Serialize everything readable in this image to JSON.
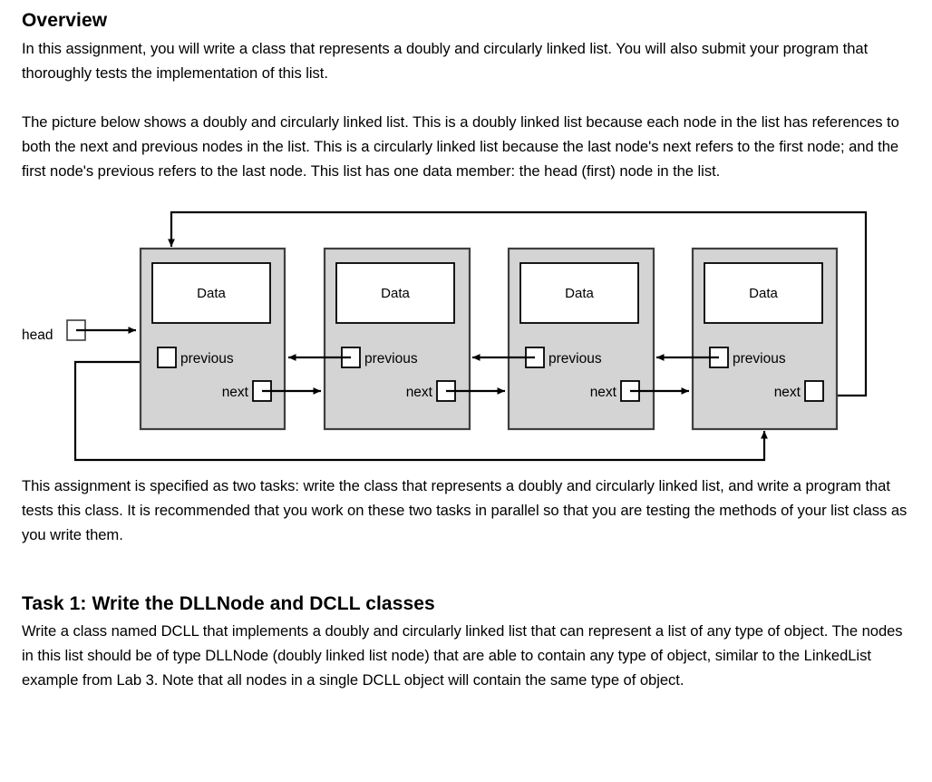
{
  "document": {
    "overview": {
      "heading": "Overview",
      "paragraph_1": "In this assignment, you will write a class that represents a doubly and circularly linked list. You will also submit your program that thoroughly tests the implementation of this list.",
      "paragraph_2": "The picture below shows a doubly and circularly linked list. This is a doubly linked list because each node in the list has references to both the next and previous nodes in the list. This is a circularly linked list because the last node's next refers to the first node; and the first node's previous refers to the last node. This list has one data member: the head (first) node in the list.",
      "paragraph_3": "This assignment is specified as two tasks: write the class that represents a doubly and circularly linked list, and write a program that tests this class. It is recommended that you work on these two tasks in parallel so that you are testing the methods of your list class as you write them."
    },
    "task_1": {
      "heading": "Task 1: Write the DLLNode and DCLL classes",
      "paragraph_1": "Write a class named DCLL that implements a doubly and circularly linked list that can represent a list of any type of object. The nodes in this list should be of type DLLNode (doubly linked list node) that are able to contain any type of object, similar to the LinkedList example from Lab 3. Note that all nodes in a single DCLL object will contain the same type of object."
    }
  },
  "diagram": {
    "name": "doubly-circularly-linked-list-diagram",
    "head_label": "head",
    "node_count": 4,
    "nodes": [
      {
        "data_label": "Data",
        "previous_label": "previous",
        "next_label": "next"
      },
      {
        "data_label": "Data",
        "previous_label": "previous",
        "next_label": "next"
      },
      {
        "data_label": "Data",
        "previous_label": "previous",
        "next_label": "next"
      },
      {
        "data_label": "Data",
        "previous_label": "previous",
        "next_label": "next"
      }
    ],
    "colors": {
      "node_fill": "#d4d4d4",
      "node_border": "#3f3f3f",
      "data_fill": "#ffffff",
      "data_border": "#000000",
      "arrow": "#000000"
    }
  }
}
